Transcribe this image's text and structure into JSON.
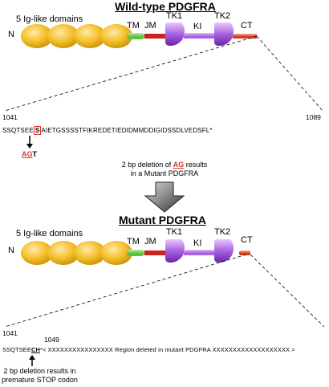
{
  "wild_type": {
    "title": "Wild-type PDGFRA",
    "domains_label": "5 Ig-like domains",
    "n_label": "N",
    "tm_label": "TM",
    "jm_label": "JM",
    "tk1_label": "TK1",
    "ki_label": "KI",
    "tk2_label": "TK2",
    "ct_label": "CT",
    "start_num": "1041",
    "end_num": "1089",
    "seq_prefix": "SSQTSEE",
    "seq_boxed": "S",
    "seq_suffix": "AIETGSSSSTFIKREDETIEDIDMMDDIGIDSSDLVEDSFL*",
    "codon_ag": "AG",
    "codon_t": "T"
  },
  "middle_note": {
    "line1_pre": "2 bp deletion of ",
    "line1_em": "AG",
    "line1_post": " results",
    "line2": "in a Mutant PDGFRA"
  },
  "mutant": {
    "title": "Mutant PDGFRA",
    "domains_label": "5 Ig-like domains",
    "n_label": "N",
    "tm_label": "TM",
    "jm_label": "JM",
    "tk1_label": "TK1",
    "ki_label": "KI",
    "tk2_label": "TK2",
    "ct_label": "CT",
    "start_num": "1041",
    "stop_num": "1049",
    "seq_prefix": "SSQTSEE",
    "seq_ch": "CH",
    "seq_rest": "*< XXXXXXXXXXXXXXXX Region deleted in mutant PDGFRA XXXXXXXXXXXXXXXXXXX >",
    "note_line1": "2 bp deletion results in",
    "note_line2": "premature STOP codon"
  },
  "colors": {
    "ig_domain": "#f2b821",
    "tm": "#5cc23a",
    "jm": "#cc2222",
    "tk": "#a05ad8",
    "ct": "#d83a1a",
    "accent_red": "#e03030"
  }
}
